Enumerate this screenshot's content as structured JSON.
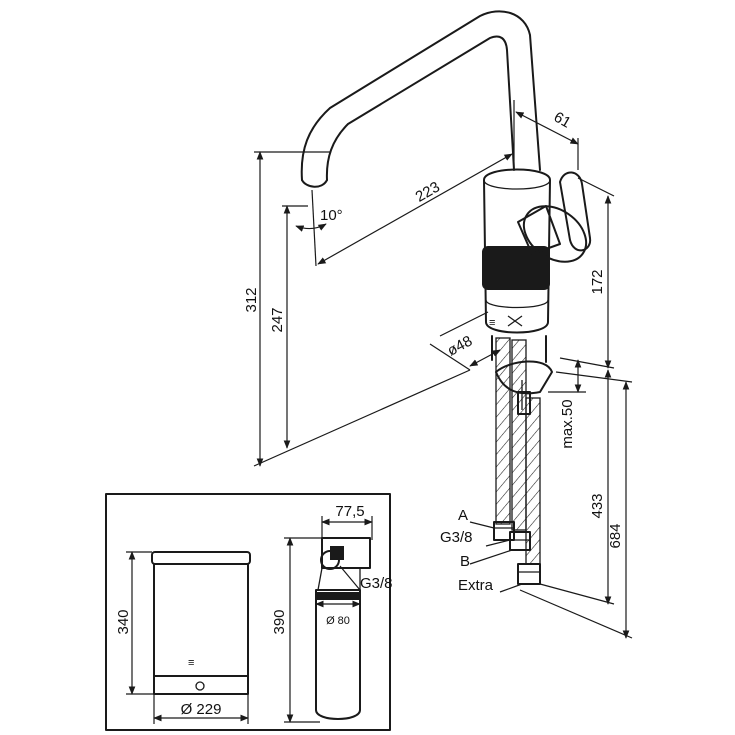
{
  "tap": {
    "dims": {
      "height_total": "312",
      "height_spout": "247",
      "reach": "223",
      "spout_angle": "10°",
      "handle_offset": "61",
      "body_height": "172",
      "body_diameter": "ø48",
      "max_thickness": "max.50",
      "hose_length": "433",
      "total_length": "684"
    },
    "connections": {
      "a": "A",
      "thread": "G3/8",
      "b": "B",
      "extra": "Extra"
    }
  },
  "inset": {
    "tank": {
      "height": "340",
      "diameter": "Ø 229"
    },
    "filter": {
      "width": "77,5",
      "thread": "G3/8",
      "height": "390",
      "diameter": "Ø 80"
    }
  },
  "colors": {
    "line": "#1a1a1a",
    "background": "#ffffff"
  }
}
